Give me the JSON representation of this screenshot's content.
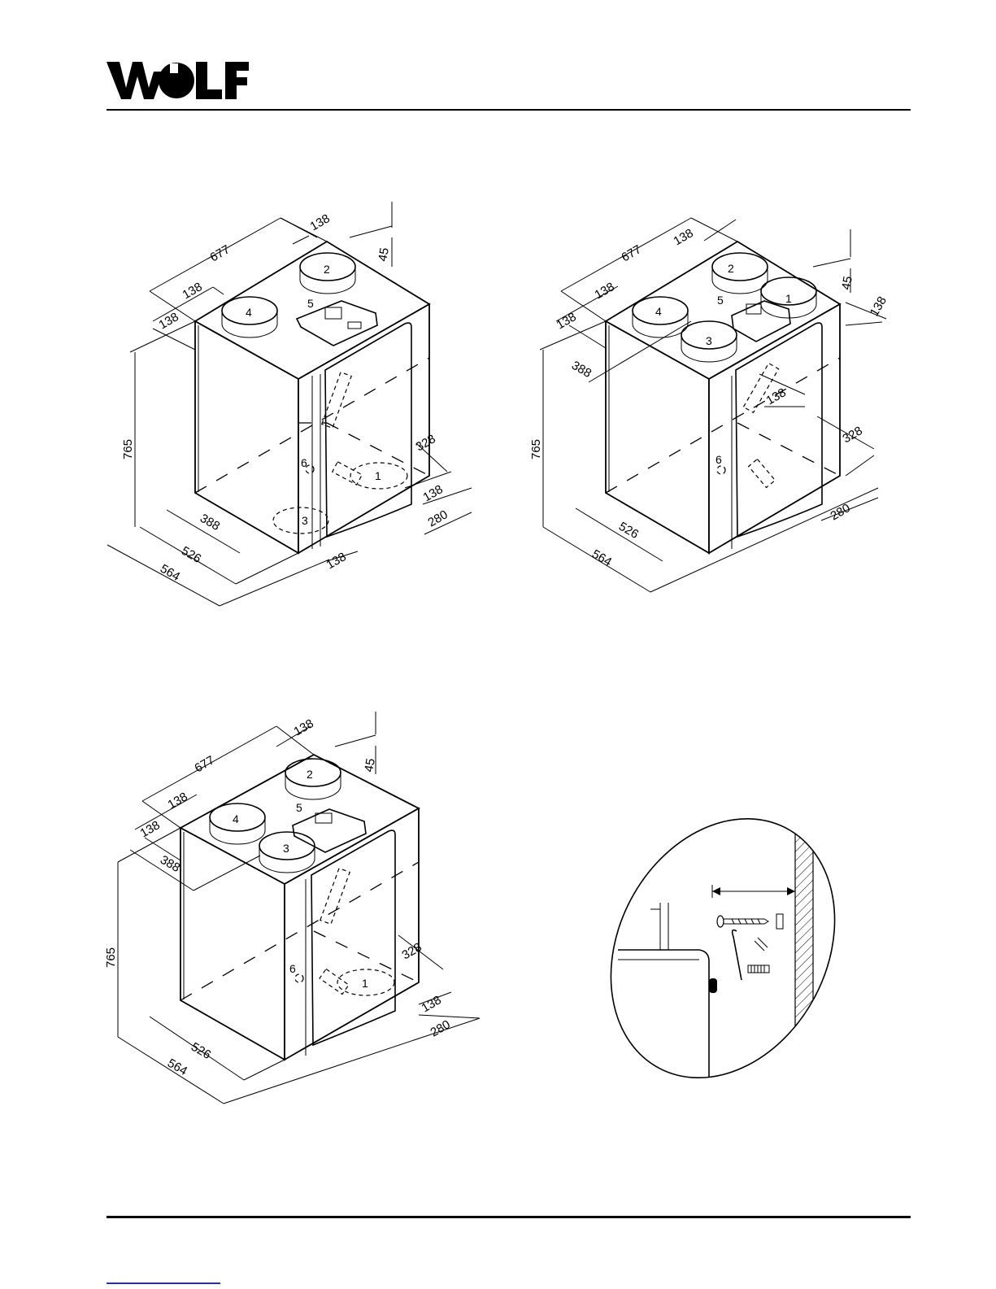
{
  "brand": {
    "name": "WOLF"
  },
  "figures": [
    {
      "id": "left-hand-version",
      "dimensions": {
        "d677": "677",
        "d138_top": "138",
        "d45": "45",
        "d138_a": "138",
        "d138_b": "138",
        "d765": "765",
        "d388": "388",
        "d526": "526",
        "d564": "564",
        "d328": "328",
        "d138_c": "138",
        "d280": "280",
        "d138_d": "138"
      },
      "ports": {
        "p1": "1",
        "p2": "2",
        "p3": "3",
        "p4": "4",
        "p5": "5",
        "p6": "6"
      }
    },
    {
      "id": "right-hand-version",
      "dimensions": {
        "d677": "677",
        "d138_top": "138",
        "d45": "45",
        "d138_a": "138",
        "d138_b": "138",
        "d138_r": "138",
        "d765": "765",
        "d388": "388",
        "d526": "526",
        "d564": "564",
        "d328": "328",
        "d280": "280",
        "d138_mid": "138"
      },
      "ports": {
        "p1": "1",
        "p2": "2",
        "p3": "3",
        "p4": "4",
        "p5": "5",
        "p6": "6"
      }
    },
    {
      "id": "top-connection-version",
      "dimensions": {
        "d677": "677",
        "d138_top": "138",
        "d45": "45",
        "d138_a": "138",
        "d138_b": "138",
        "d388": "388",
        "d765": "765",
        "d526": "526",
        "d564": "564",
        "d328": "328",
        "d138_c": "138",
        "d280": "280"
      },
      "ports": {
        "p1": "1",
        "p2": "2",
        "p3": "3",
        "p4": "4",
        "p5": "5",
        "p6": "6"
      }
    }
  ]
}
